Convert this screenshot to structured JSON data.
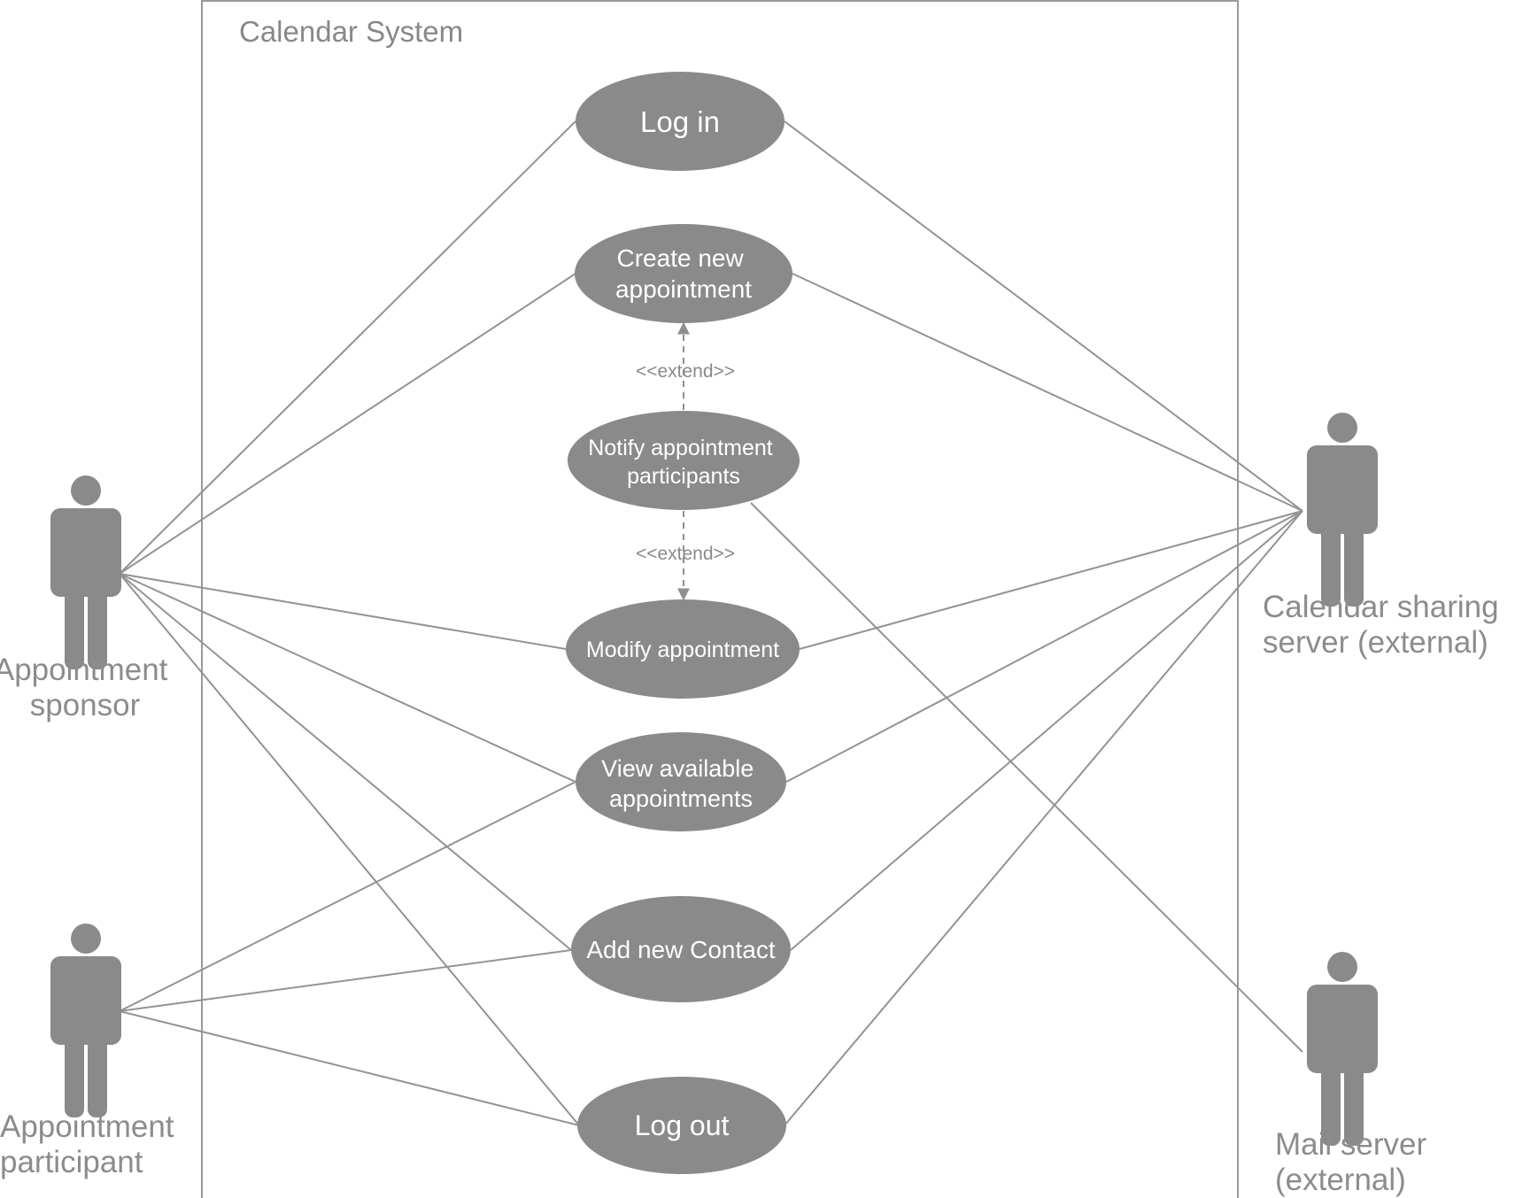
{
  "system": {
    "title": "Calendar System"
  },
  "actors": {
    "sponsor": {
      "label_lines": [
        "Appointment",
        "sponsor"
      ]
    },
    "participant": {
      "label_lines": [
        "Appointment",
        "participant"
      ]
    },
    "calendar_server": {
      "label_lines": [
        "Calendar sharing",
        "server (external)"
      ]
    },
    "mail_server": {
      "label_lines": [
        "Mail server",
        "(external)"
      ]
    }
  },
  "use_cases": {
    "log_in": {
      "label_lines": [
        "Log in"
      ]
    },
    "create_appointment": {
      "label_lines": [
        "Create new",
        "appointment"
      ]
    },
    "notify_participants": {
      "label_lines": [
        "Notify appointment",
        "participants"
      ]
    },
    "modify_appointment": {
      "label_lines": [
        "Modify appointment"
      ]
    },
    "view_appointments": {
      "label_lines": [
        "View available",
        "appointments"
      ]
    },
    "add_contact": {
      "label_lines": [
        "Add new Contact"
      ]
    },
    "log_out": {
      "label_lines": [
        "Log out"
      ]
    }
  },
  "relationships": {
    "extend_to_create": {
      "label": "<<extend>>"
    },
    "extend_to_modify": {
      "label": "<<extend>>"
    }
  },
  "colors": {
    "shape_fill": "#8a8a8a",
    "line": "#939393",
    "text_gray": "#8c8c8c",
    "text_on_shape": "#ffffff"
  }
}
